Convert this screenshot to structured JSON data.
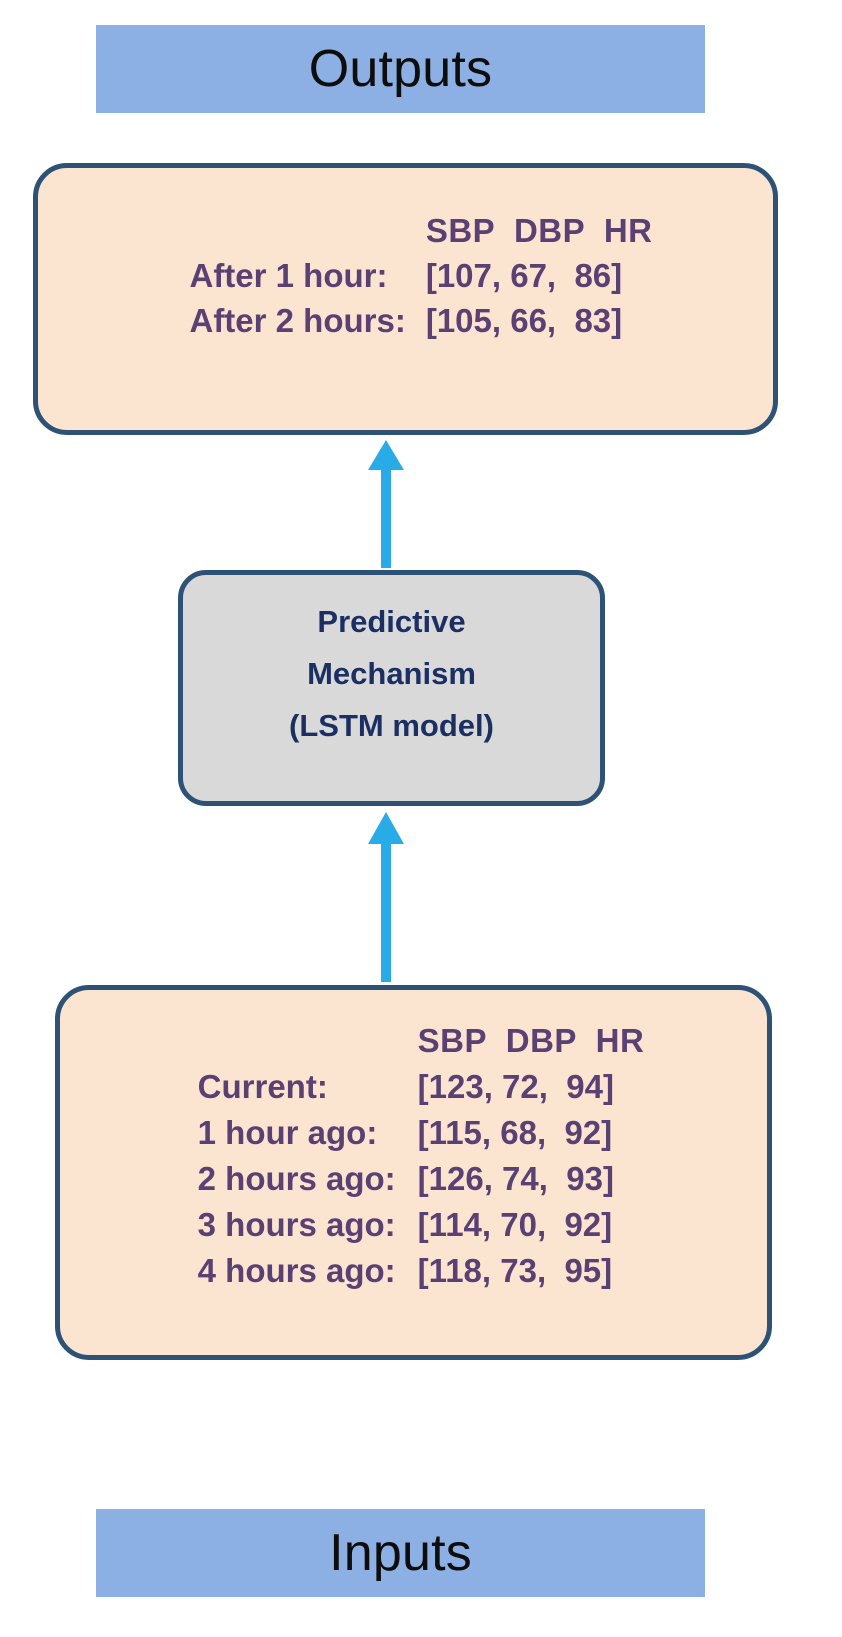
{
  "banners": {
    "outputs": "Outputs",
    "inputs": "Inputs"
  },
  "outputs_box": {
    "columns": "SBP  DBP  HR",
    "rows": [
      {
        "label": "After 1 hour:",
        "values": "[107, 67,  86]"
      },
      {
        "label": "After 2 hours:",
        "values": "[105, 66,  83]"
      }
    ]
  },
  "model_box": {
    "line1": "Predictive",
    "line2": "Mechanism",
    "line3": "(LSTM model)"
  },
  "inputs_box": {
    "columns": "SBP  DBP  HR",
    "rows": [
      {
        "label": "Current:",
        "values": "[123, 72,  94]"
      },
      {
        "label": "1 hour ago:",
        "values": "[115, 68,  92]"
      },
      {
        "label": "2 hours ago:",
        "values": "[126, 74,  93]"
      },
      {
        "label": "3 hours ago:",
        "values": "[114, 70,  92]"
      },
      {
        "label": "4 hours ago:",
        "values": "[118, 73,  95]"
      }
    ]
  },
  "arrows": [
    {
      "name": "inputs-to-model",
      "direction": "up"
    },
    {
      "name": "model-to-outputs",
      "direction": "up"
    }
  ],
  "colors": {
    "banner_blue": "#8CB0E3",
    "box_peach": "#FCE5D0",
    "box_gray": "#D9D9D9",
    "box_border": "#2E5275",
    "arrow_blue": "#29ABE8",
    "vitals_text": "#5B4074",
    "model_text": "#1B2F63",
    "banner_text": "#0D0D0D"
  }
}
